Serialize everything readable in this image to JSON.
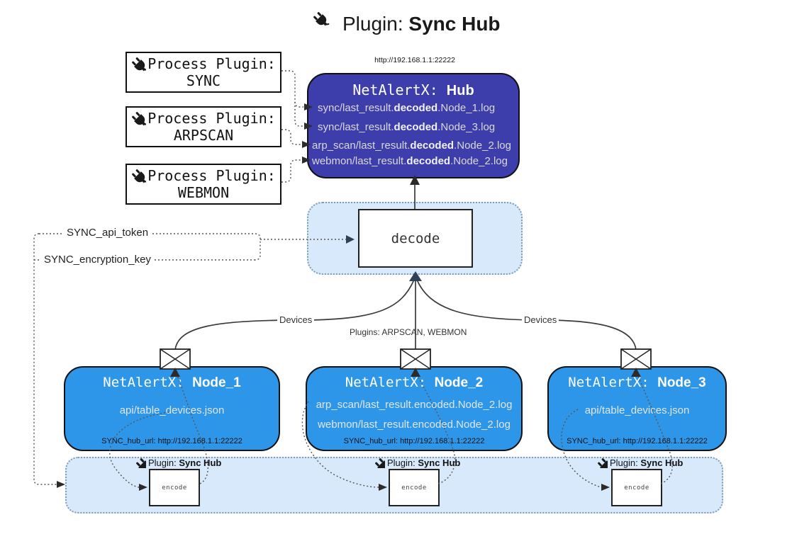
{
  "title": {
    "prefix": "Plugin: ",
    "bold": "Sync Hub"
  },
  "hub": {
    "url": "http://192.168.1.1:22222",
    "title_prefix": "NetAlertX: ",
    "title_bold": "Hub",
    "lines": [
      {
        "pre": "sync/last_result.",
        "bold": "decoded",
        "post": ".Node_1.log"
      },
      {
        "pre": "sync/last_result.",
        "bold": "decoded",
        "post": ".Node_3.log"
      },
      {
        "pre": "arp_scan/last_result.",
        "bold": "decoded",
        "post": ".Node_2.log"
      },
      {
        "pre": "webmon/last_result.",
        "bold": "decoded",
        "post": ".Node_2.log"
      }
    ]
  },
  "process_plugins": {
    "prefix": "Process Plugin:",
    "items": [
      {
        "name": "SYNC"
      },
      {
        "name": "ARPSCAN"
      },
      {
        "name": "WEBMON"
      }
    ]
  },
  "decode": {
    "label": "decode"
  },
  "secrets": {
    "api_token": "SYNC_api_token",
    "encryption_key": "SYNC_encryption_key"
  },
  "edges": {
    "devices_left": "Devices",
    "devices_right": "Devices",
    "plugins_middle": "Plugins: ARPSCAN, WEBMON"
  },
  "nodes": [
    {
      "title_prefix": "NetAlertX: ",
      "title_bold": "Node_1",
      "lines": [
        "api/table_devices.json"
      ],
      "hub_url": "SYNC_hub_url: http://192.168.1.1:22222"
    },
    {
      "title_prefix": "NetAlertX: ",
      "title_bold": "Node_2",
      "lines": [
        "arp_scan/last_result.encoded.Node_2.log",
        "webmon/last_result.encoded.Node_2.log"
      ],
      "hub_url": "SYNC_hub_url: http://192.168.1.1:22222"
    },
    {
      "title_prefix": "NetAlertX: ",
      "title_bold": "Node_3",
      "lines": [
        "api/table_devices.json"
      ],
      "hub_url": "SYNC_hub_url: http://192.168.1.1:22222"
    }
  ],
  "encoders": {
    "label_prefix": "Plugin: ",
    "label_bold": "Sync Hub",
    "box_label": "encode"
  },
  "icons": {
    "plug": "plug-icon",
    "envelope": "envelope-icon"
  },
  "colors": {
    "hub_bg": "#3d3dac",
    "node_bg": "#2e96e8",
    "panel_bg": "#d7e9fa",
    "panel_border": "#7f9cb5",
    "edge_solid": "#3a3a3a",
    "edge_dotted": "#555555",
    "arrow_navy": "#2e4156"
  }
}
